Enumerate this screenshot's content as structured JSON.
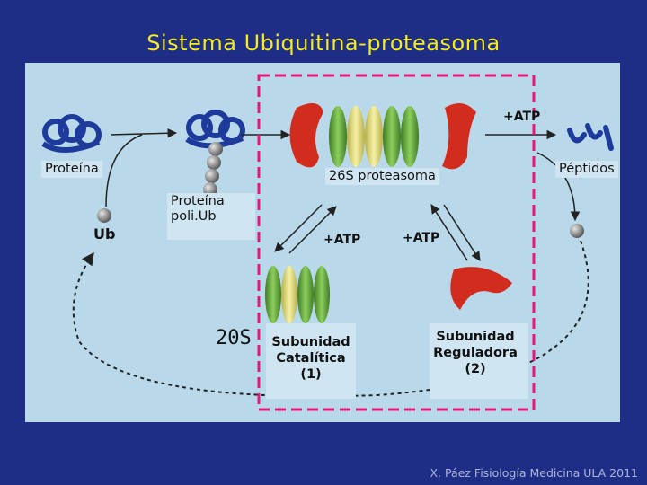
{
  "title": "Sistema Ubiquitina-proteasoma",
  "labels": {
    "protein": "Proteína",
    "ub": "Ub",
    "poly_ub": "Proteína\npoli.Ub",
    "proteasome_26s": "26S proteasoma",
    "atp_top": "+ATP",
    "peptides": "Péptidos",
    "atp_left": "+ATP",
    "atp_right": "+ATP",
    "s20": "20S",
    "catalytic": "Subunidad\nCatalítica\n(1)",
    "regulatory": "Subunidad\nReguladora\n(2)"
  },
  "credit": "X. Páez Fisiología Medicina ULA 2011",
  "colors": {
    "background": "#1e2d86",
    "title": "#f4ec1e",
    "panel": "#b9d9ea",
    "highlight_box": "#e8177a",
    "cap": "#d22c1f",
    "core_green": "#5a9a3a",
    "core_yellow": "#e6e07a",
    "protein_coil": "#1e3a9a",
    "ubiquitin": "#8a8a8a"
  }
}
